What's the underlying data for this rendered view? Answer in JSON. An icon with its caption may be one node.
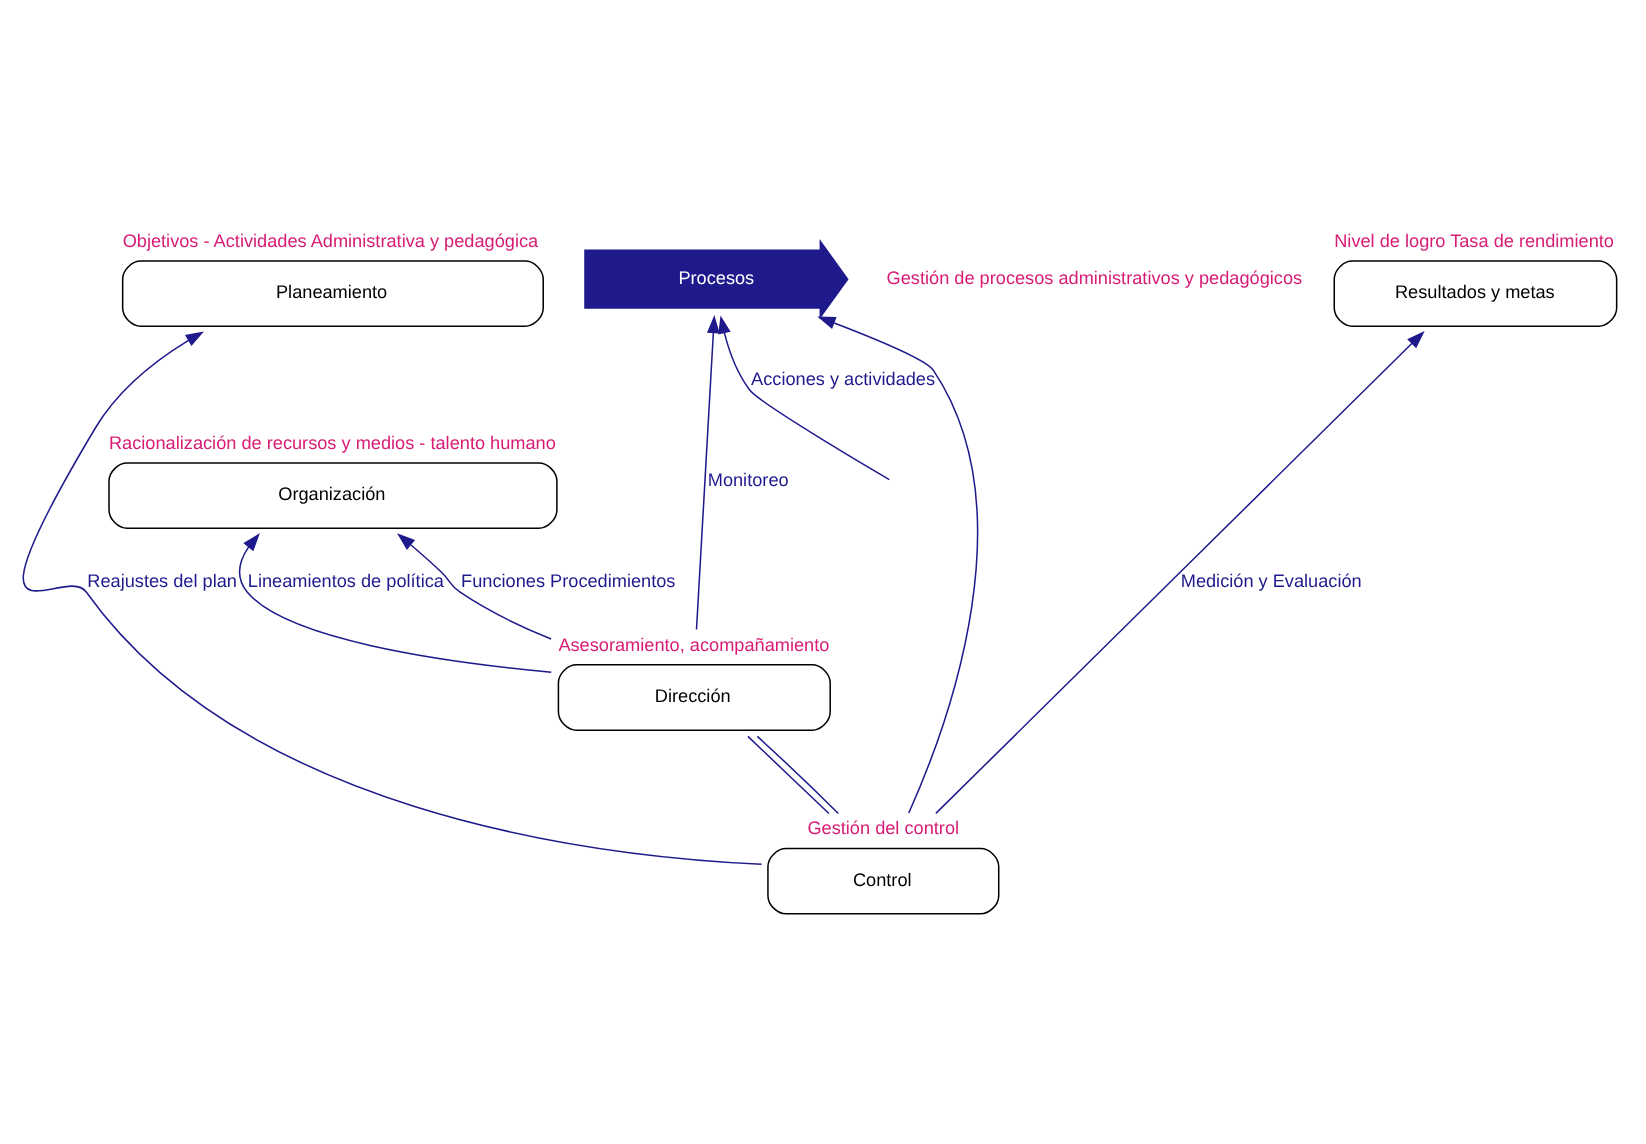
{
  "diagram": {
    "nodes": [
      {
        "text": [
          "Planeamiento"
        ],
        "beside": [
          "Objetivos - Actividades Administrativa y pedagógica"
        ]
      },
      {
        "text": [
          "Procesos"
        ],
        "beside": [
          "Gestión de procesos administrativos y pedagógicos"
        ]
      },
      {
        "text": [
          "Resultados y metas"
        ],
        "beside": [
          "Nivel de logro Tasa de rendimiento"
        ]
      },
      {
        "text": [
          "Organización"
        ],
        "beside": [
          "Racionalización de recursos y medios - talento humano"
        ]
      },
      {
        "text": [
          "Dirección"
        ],
        "beside": [
          "Asesoramiento, acompañamiento"
        ]
      },
      {
        "text": [
          "Control"
        ],
        "beside": [
          "Gestión del control"
        ]
      }
    ],
    "edges": [
      {
        "from": null,
        "to": 1,
        "arrow": "to",
        "label": "Acciones y actividades"
      },
      {
        "from": 5,
        "to": 0,
        "arrow": "to",
        "label": "Reajustes del plan"
      },
      {
        "from": 4,
        "to": 1,
        "arrow": "to",
        "label": "Monitoreo"
      },
      {
        "from": 5,
        "to": 1,
        "arrow": "to"
      },
      {
        "from": 5,
        "to": 2,
        "arrow": "to",
        "label": "Medición y Evaluación"
      },
      {
        "from": 4,
        "to": 3,
        "arrow": "to",
        "label": "Lineamientos de política"
      },
      {
        "from": 4,
        "to": 3,
        "arrow": "to",
        "label": "Funciones Procedimientos"
      },
      {
        "from": 4,
        "to": 5,
        "arrow": "none"
      },
      {
        "from": 4,
        "to": 5,
        "arrow": "none"
      }
    ]
  }
}
